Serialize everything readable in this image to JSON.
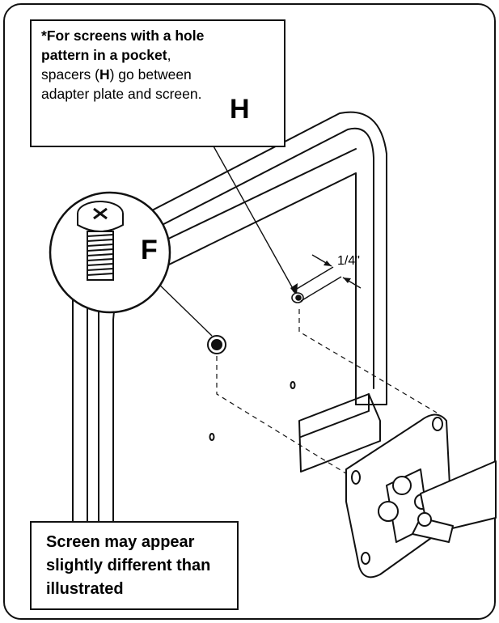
{
  "top_note": {
    "line1_bold": "*For screens with a hole pattern in a pocket",
    "bold_part": "*For screens with a hole pattern in a pocket",
    "rest_before_h": ", spacers (",
    "h_letter": "H",
    "rest_after_h": ") go between adapter plate and screen."
  },
  "part_labels": {
    "spacer": "H",
    "screw": "F"
  },
  "dimension_label": "1/4\"",
  "bottom_note": "Screen may appear slightly different than illustrated"
}
